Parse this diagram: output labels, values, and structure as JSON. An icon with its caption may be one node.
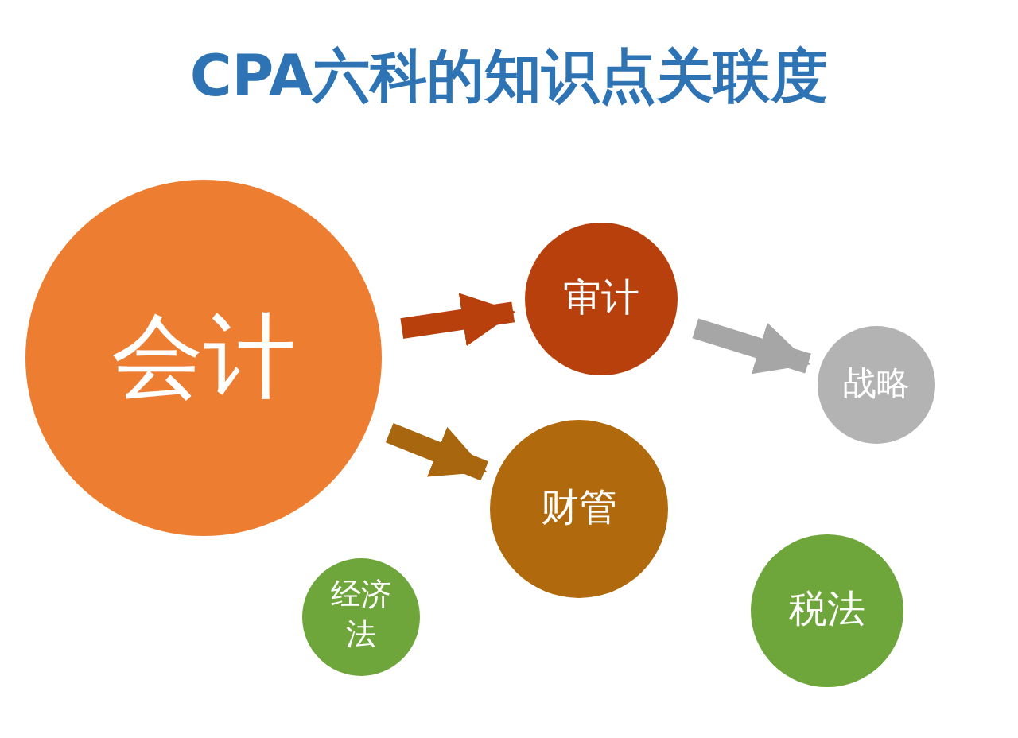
{
  "diagram": {
    "title": "CPA六科的知识点关联度",
    "nodes": [
      {
        "text": [
          "会计"
        ]
      },
      {
        "text": [
          "审计"
        ]
      },
      {
        "text": [
          "战略"
        ]
      },
      {
        "text": [
          "财管"
        ]
      },
      {
        "text": [
          "经济法"
        ]
      },
      {
        "text": [
          "税法"
        ]
      }
    ],
    "edges": [
      {
        "from": 0,
        "to": 1,
        "arrow": "to",
        "color": "#b8400d"
      },
      {
        "from": 0,
        "to": 3,
        "arrow": "to",
        "color": "#a8660f"
      },
      {
        "from": 1,
        "to": 2,
        "arrow": "to",
        "color": "#a6a6a6"
      }
    ]
  }
}
